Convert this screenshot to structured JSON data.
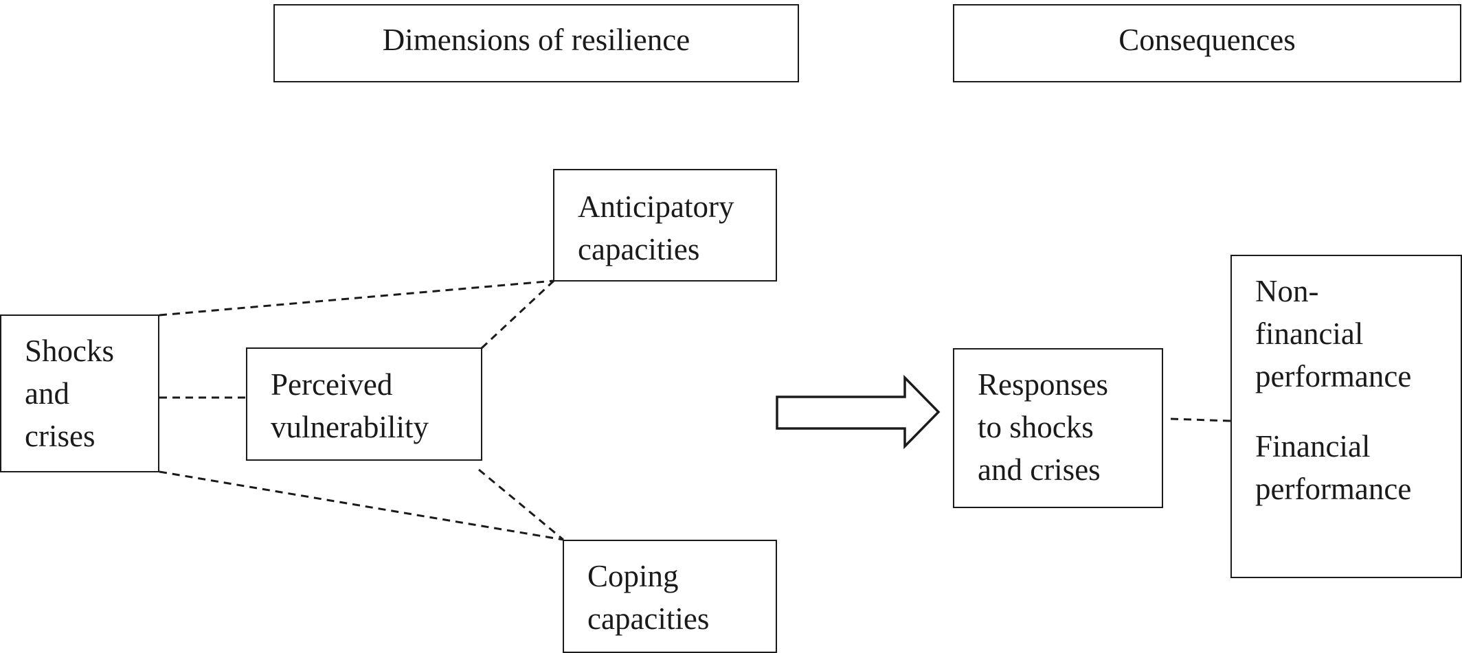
{
  "headers": {
    "dimensions": "Dimensions of resilience",
    "consequences": "Consequences"
  },
  "nodes": {
    "anticipatory": [
      "Anticipatory",
      "capacities"
    ],
    "shocks": [
      "Shocks",
      "and",
      "crises"
    ],
    "perceived": [
      "Perceived",
      "vulnerability"
    ],
    "coping": [
      "Coping",
      "capacities"
    ],
    "responses": [
      "Responses",
      "to shocks",
      "and crises"
    ],
    "non_financial": [
      "Non-",
      "financial",
      "performance"
    ],
    "financial": [
      "Financial",
      "performance"
    ]
  },
  "line_color": "#1a1a1a"
}
